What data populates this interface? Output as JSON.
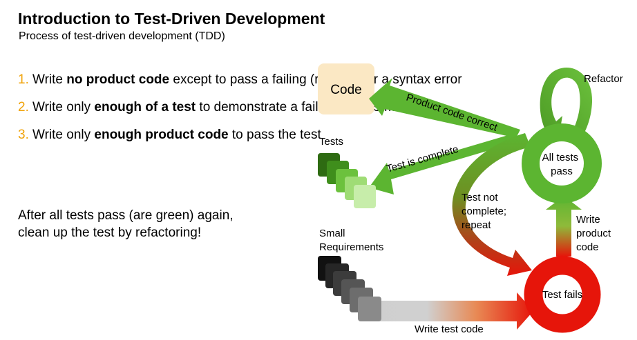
{
  "slide": {
    "title": "Introduction to Test-Driven Development",
    "subtitle": "Process of test-driven development (TDD)"
  },
  "rules": [
    {
      "number": "1.",
      "pre": "Write ",
      "bold": "no product code",
      "post": " except to pass a failing (red) test or a syntax error"
    },
    {
      "number": "2.",
      "pre": "Write only ",
      "bold": "enough of a test",
      "post": " to demonstrate a failure (next small step)"
    },
    {
      "number": "3.",
      "pre": "Write only ",
      "bold": "enough product code",
      "post": " to pass the test"
    }
  ],
  "note": "After all tests pass (are green) again, clean up the test by refactoring!",
  "diagram": {
    "code_box": "Code",
    "tests_label": "Tests",
    "requirements_label": [
      "Small",
      "Requirements"
    ],
    "all_tests_pass": [
      "All tests",
      "pass"
    ],
    "test_fails": "Test fails",
    "refactor": "Refactor",
    "product_code_correct": "Product code correct",
    "test_is_complete": "Test is complete",
    "test_not_complete": [
      "Test not",
      "complete;",
      "repeat"
    ],
    "write_product_code": [
      "Write",
      "product",
      "code"
    ],
    "write_test_code": "Write test code"
  },
  "colors": {
    "accent_number": "#f0a30a",
    "green": "#5cb531",
    "red": "#e6150a",
    "code_box": "#fbe8c4"
  }
}
